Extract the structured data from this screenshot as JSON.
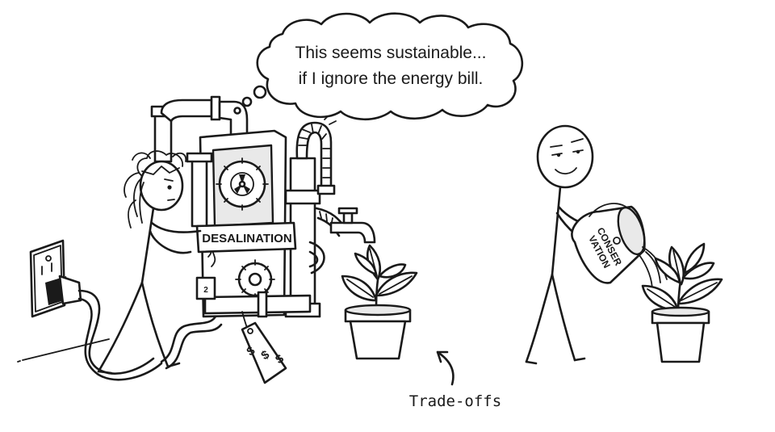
{
  "thought_bubble": {
    "line1": "This seems sustainable...",
    "line2": "if I ignore the energy bill."
  },
  "machine": {
    "sign": "DESALINATION",
    "small_tag": "2",
    "price_tag": [
      "$",
      "$",
      "$"
    ]
  },
  "bucket": {
    "line1": "CONSER",
    "line2": "VATION"
  },
  "caption": "Trade-offs"
}
